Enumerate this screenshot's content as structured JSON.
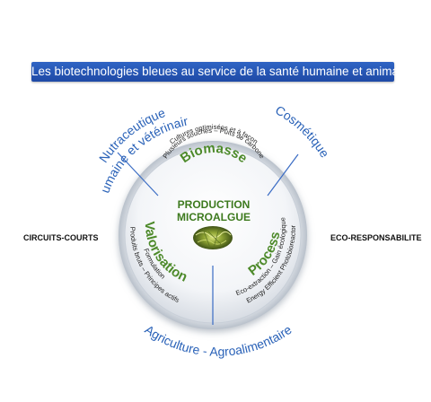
{
  "banner": {
    "title": "Les biotechnologies bleues au service de la santé humaine et animale"
  },
  "outer": {
    "nutra_line1": "Nutraceutique",
    "nutra_line2": "humaine et vétérinaire",
    "cosmetique": "Cosmétique",
    "agriculture": "Agriculture - Agroalimentaire"
  },
  "sides": {
    "left": "CIRCUITS-COURTS",
    "right": "ECO-RESPONSABILITE"
  },
  "center": {
    "line1": "PRODUCTION",
    "line2": "MICROALGUE"
  },
  "sectors": {
    "biomasse": {
      "title": "Biomasse",
      "line1": "Cultures optimisées et à façon",
      "line2": "Plusieurs souches – Puits de carbone"
    },
    "valorisation": {
      "title": "Valorisation",
      "line1": "Produits bruts – Principes actifs",
      "line2": "Formulation"
    },
    "process": {
      "title": "Process",
      "line1": "Energy Efficient Photobioreactor",
      "line2": "Eco-extraction – Gain écologique"
    }
  },
  "colors": {
    "blue": "#2a62b8",
    "green": "#4d8a2a",
    "banner": "#2456b4",
    "divider": "#3a6cc4"
  }
}
